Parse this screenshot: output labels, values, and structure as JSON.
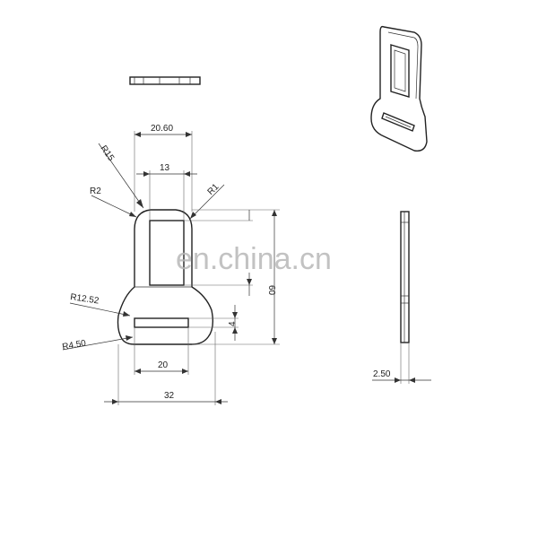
{
  "watermark": "en.china.cn",
  "dimensions": {
    "width_top": "20.60",
    "slot_width": "13",
    "radius_15": "R15",
    "radius_1": "R1",
    "radius_2": "R2",
    "radius_12_52": "R12.52",
    "radius_4_50": "R4.50",
    "bottom_slot_width": "20",
    "total_width": "32",
    "height": "60",
    "slot_height": "4",
    "thickness": "2.50"
  }
}
